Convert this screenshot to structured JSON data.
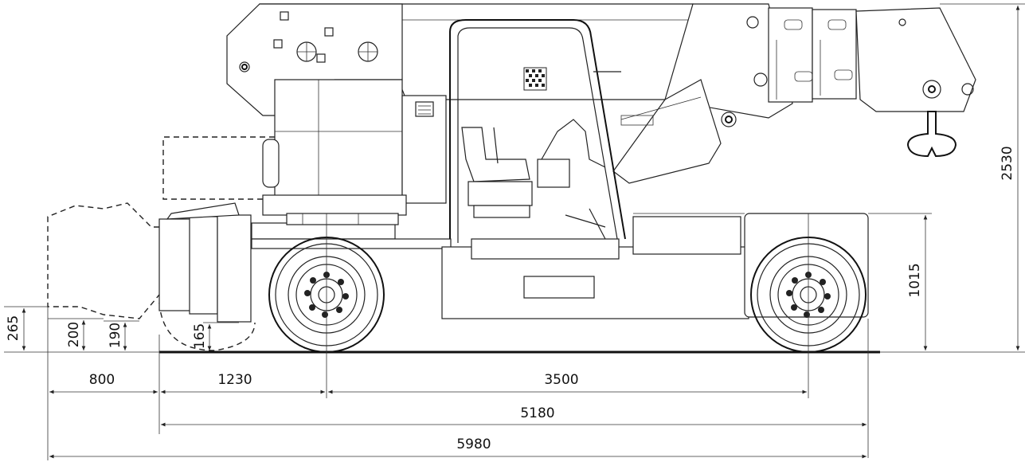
{
  "dimensions": {
    "horizontal": {
      "front_overhang": "800",
      "front_to_axle": "1230",
      "wheelbase": "3500",
      "body_length": "5180",
      "total_length": "5980"
    },
    "vertical": {
      "total_height": "2530",
      "chassis_height": "1015",
      "counterweight_clearance": "265",
      "step_200": "200",
      "step_190": "190",
      "ground_clearance": "165"
    }
  }
}
